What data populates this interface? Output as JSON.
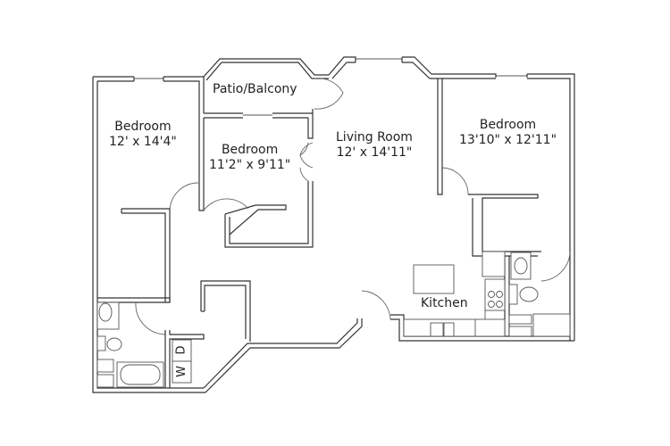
{
  "floorplan": {
    "rooms": [
      {
        "id": "bedroom-1",
        "name": "Bedroom",
        "dimensions": "12' x 14'4\""
      },
      {
        "id": "bedroom-2",
        "name": "Bedroom",
        "dimensions": "11'2\" x 9'11\""
      },
      {
        "id": "living-room",
        "name": "Living Room",
        "dimensions": "12' x 14'11\""
      },
      {
        "id": "bedroom-3",
        "name": "Bedroom",
        "dimensions": "13'10\" x 12'11\""
      },
      {
        "id": "patio",
        "name": "Patio/Balcony"
      },
      {
        "id": "kitchen",
        "name": "Kitchen"
      }
    ],
    "appliances": {
      "washer": "W",
      "dryer": "D"
    },
    "colors": {
      "wall": "#333333",
      "background": "#ffffff",
      "text": "#222222"
    }
  }
}
